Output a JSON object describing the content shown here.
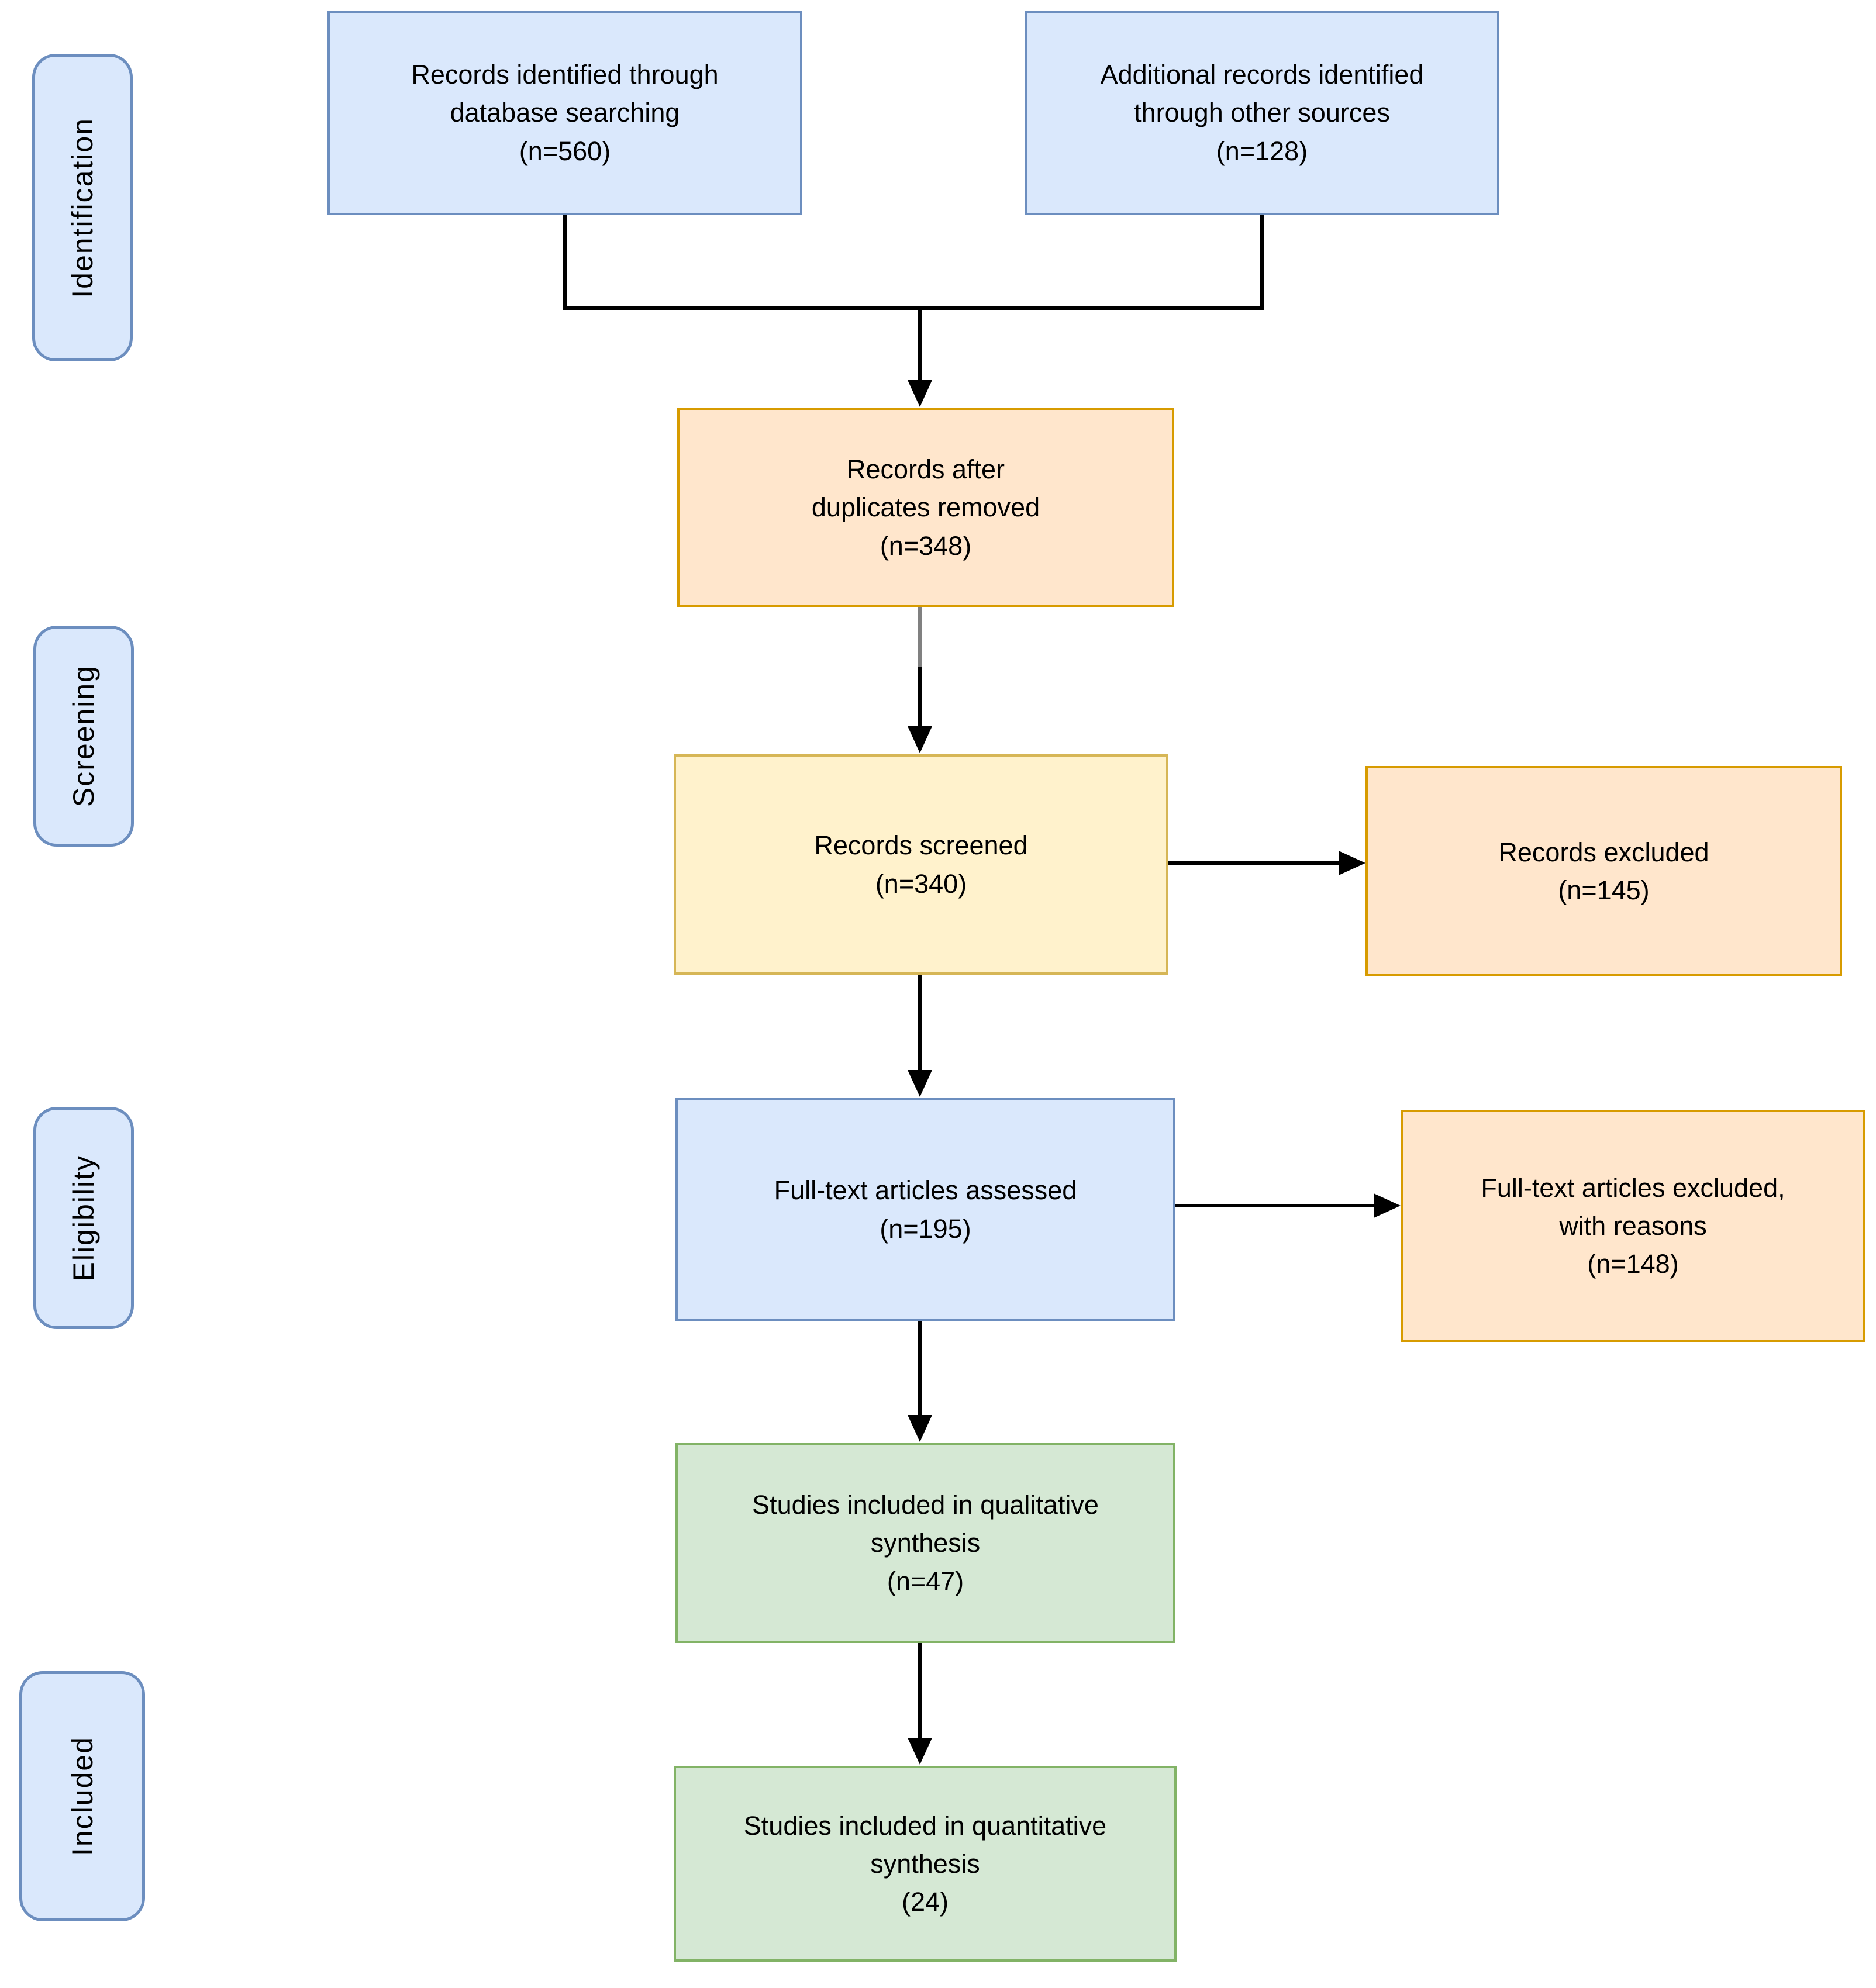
{
  "stages": {
    "identification": "Identification",
    "screening": "Screening",
    "eligibility": "Eligibility",
    "included": "Included"
  },
  "boxes": {
    "identified_db": {
      "lines": [
        "Records identified through",
        "database searching",
        "(n=560)"
      ]
    },
    "identified_other": {
      "lines": [
        "Additional records identified",
        "through other sources",
        "(n=128)"
      ]
    },
    "duplicates_removed": {
      "lines": [
        "Records after",
        "duplicates removed",
        "(n=348)"
      ]
    },
    "screened": {
      "lines": [
        "Records screened",
        "(n=340)"
      ]
    },
    "records_excluded": {
      "lines": [
        "Records excluded",
        "(n=145)"
      ]
    },
    "fulltext_assessed": {
      "lines": [
        "Full-text articles assessed",
        "(n=195)"
      ]
    },
    "fulltext_excluded": {
      "lines": [
        "Full-text articles excluded,",
        "with reasons",
        "(n=148)"
      ]
    },
    "qualitative_synthesis": {
      "lines": [
        "Studies included in qualitative",
        "synthesis",
        "(n=47)"
      ]
    },
    "quantitative_synthesis": {
      "lines": [
        "Studies included in quantitative",
        "synthesis",
        "(24)"
      ]
    }
  },
  "palette": {
    "blue_fill": "#dae8fc",
    "blue_stroke": "#6c8ebf",
    "orange_fill": "#ffe6cc",
    "orange_stroke": "#d79b00",
    "yellow_fill": "#fff2cc",
    "yellow_stroke": "#d6b656",
    "green_fill": "#d5e8d4",
    "green_stroke": "#82b366",
    "stage_fill": "#dae8fc",
    "stage_stroke": "#6c8ebf",
    "arrow_black": "#000000",
    "arrow_gray": "#808080"
  }
}
